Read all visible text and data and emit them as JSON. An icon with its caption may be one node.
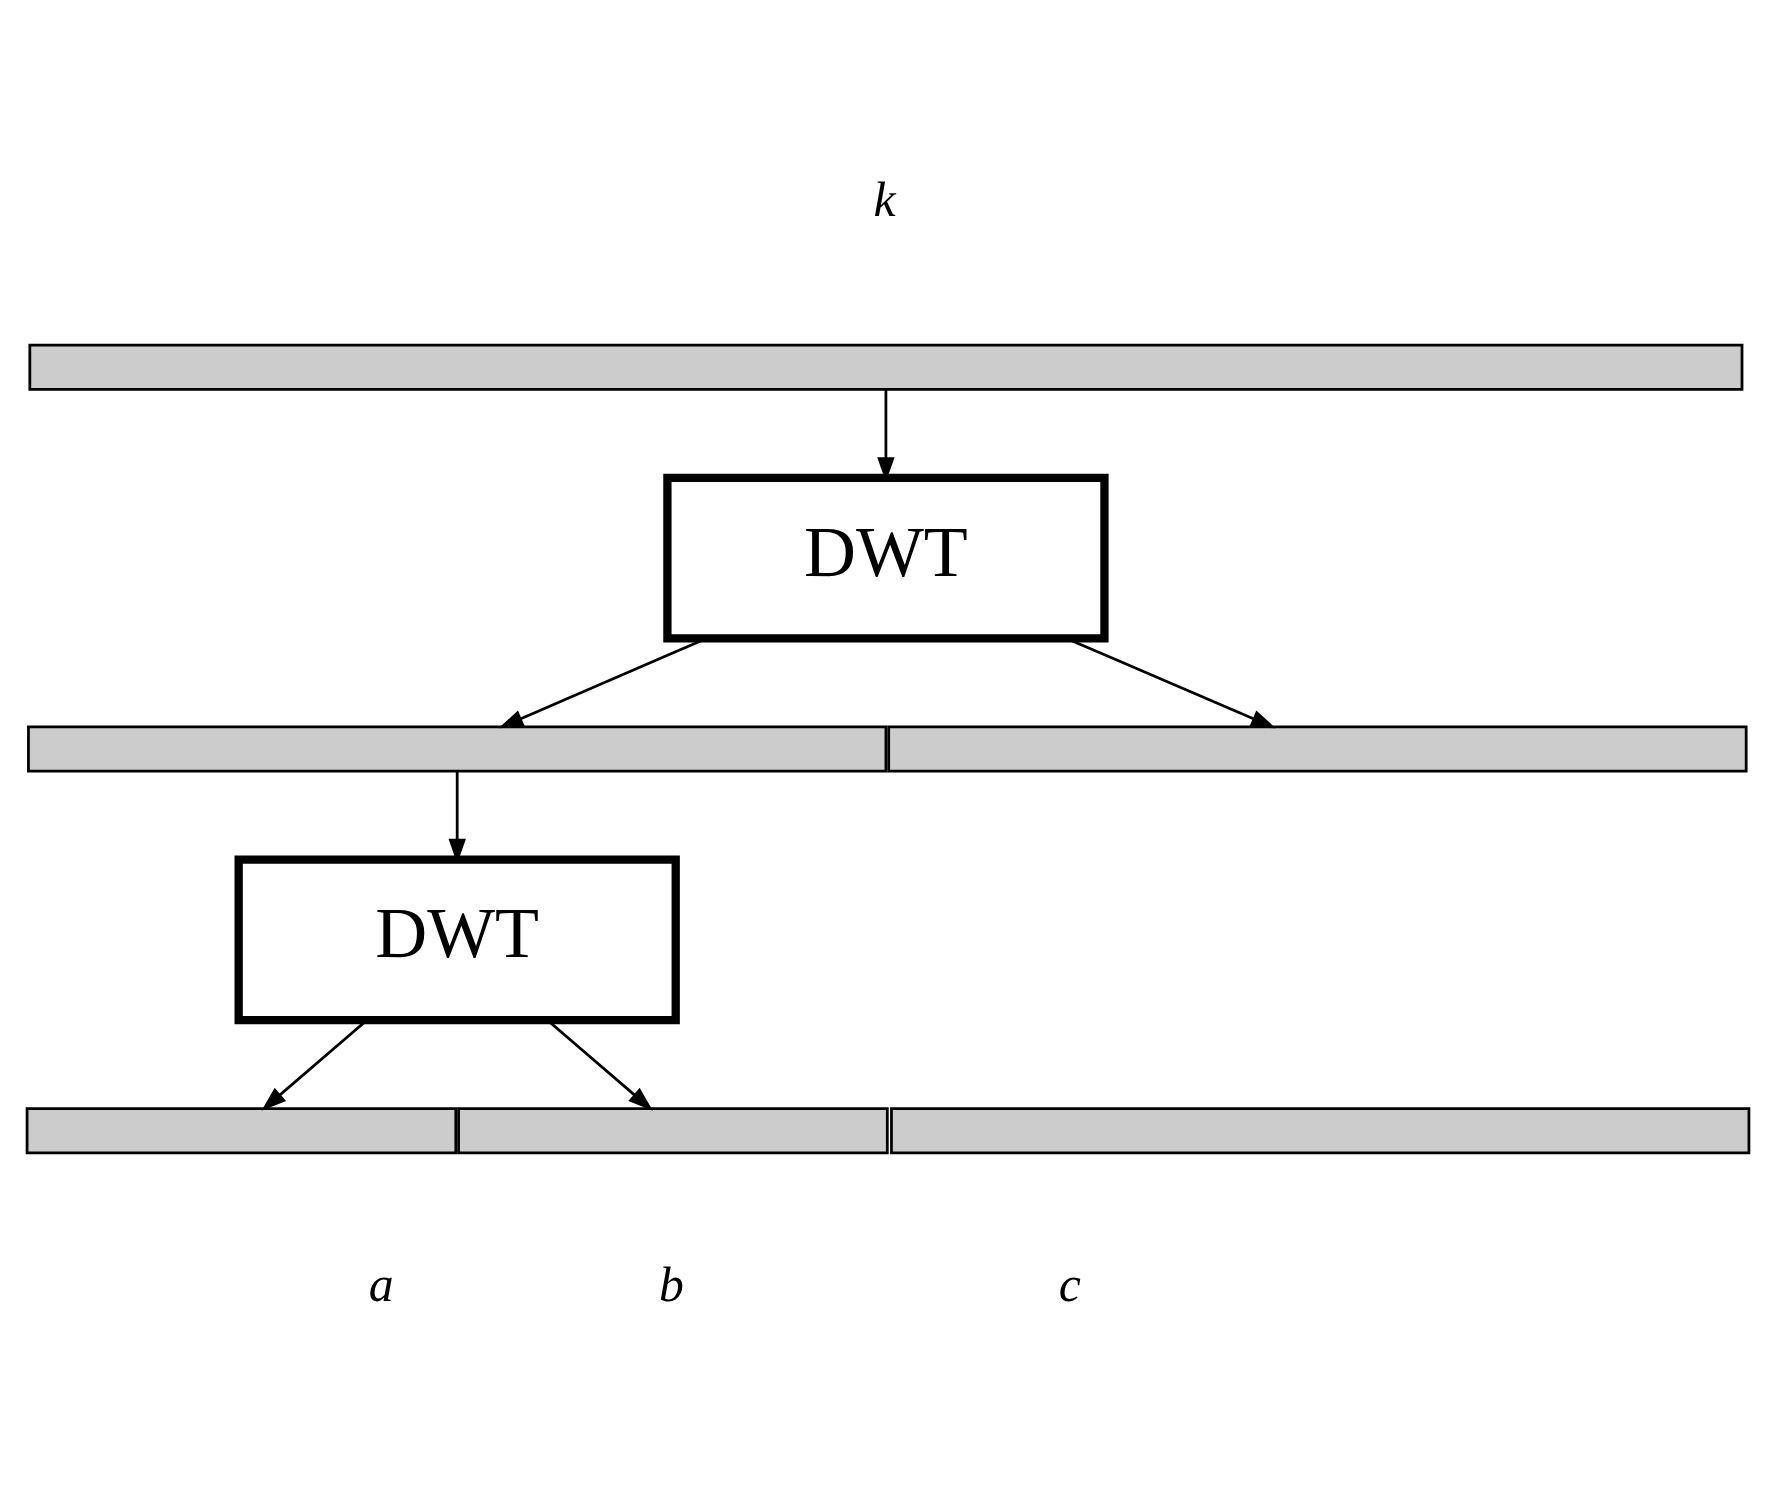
{
  "diagram": {
    "nodes": [
      {
        "text": [],
        "shape": "bar"
      },
      {
        "text": [
          "DWT"
        ]
      },
      {
        "text": [],
        "shape": "bar"
      },
      {
        "text": [],
        "shape": "bar"
      },
      {
        "text": [
          "DWT"
        ]
      },
      {
        "text": [],
        "shape": "bar"
      },
      {
        "text": [],
        "shape": "bar"
      },
      {
        "text": [],
        "shape": "bar"
      }
    ],
    "edges": [
      {
        "from": 0,
        "to": 1,
        "arrow": "to"
      },
      {
        "from": 1,
        "to": 2,
        "arrow": "to"
      },
      {
        "from": 1,
        "to": 3,
        "arrow": "to"
      },
      {
        "from": 2,
        "to": 4,
        "arrow": "to"
      },
      {
        "from": 4,
        "to": 5,
        "arrow": "to"
      },
      {
        "from": 4,
        "to": 6,
        "arrow": "to"
      }
    ],
    "labels": [
      "k",
      "a",
      "b",
      "c"
    ]
  }
}
